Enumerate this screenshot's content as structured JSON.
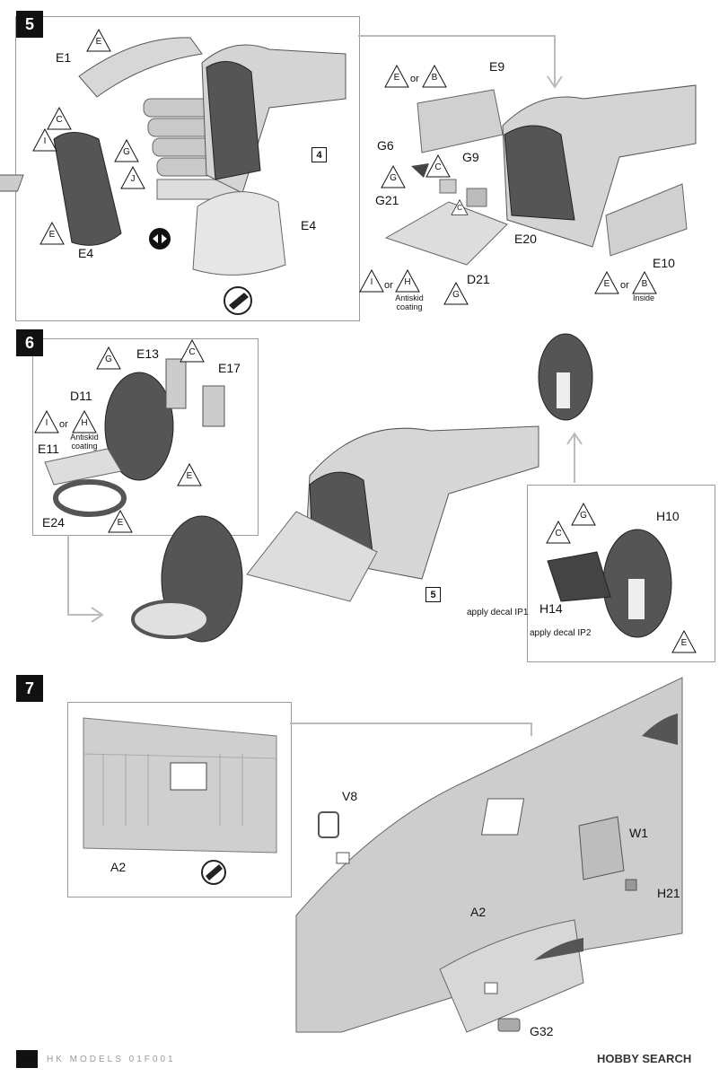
{
  "steps": {
    "s5": "5",
    "s6": "6",
    "s7": "7"
  },
  "step5": {
    "parts": {
      "e1": "E1",
      "e4_left": "E4",
      "e4_right": "E4",
      "e9": "E9",
      "g6": "G6",
      "g9": "G9",
      "g21": "G21",
      "e20": "E20",
      "d21": "D21",
      "e10": "E10"
    },
    "ref_box": "4",
    "tris": {
      "t_e_top": "E",
      "t_c": "C",
      "t_i": "I",
      "t_g": "G",
      "t_j": "J",
      "t_e_bottom": "E",
      "t_e_or": "E",
      "t_b_or": "B",
      "t_g_mid": "G",
      "t_c_mid": "C",
      "t_c_small": "C",
      "t_i_or": "I",
      "t_h_or": "H",
      "t_g_bot": "G",
      "t_e_or2": "E",
      "t_b_or2": "B"
    },
    "or_word": "or",
    "antiskid": "Antiskid",
    "coating": "coating",
    "inside": "Inside"
  },
  "step6": {
    "parts": {
      "e13": "E13",
      "e17": "E17",
      "d11": "D11",
      "e11": "E11",
      "e24": "E24",
      "h10": "H10",
      "h14": "H14"
    },
    "ref_box": "5",
    "tris": {
      "t_g": "G",
      "t_c": "C",
      "t_i": "I",
      "t_h": "H",
      "t_e1": "E",
      "t_e2": "E",
      "t_c_r": "C",
      "t_g_r": "G",
      "t_e_r": "E"
    },
    "or_word": "or",
    "antiskid": "Antiskid",
    "coating": "coating",
    "decal_ip1": "apply decal IP1",
    "decal_ip2": "apply decal IP2"
  },
  "step7": {
    "parts": {
      "a2_left": "A2",
      "v8": "V8",
      "a2_right": "A2",
      "w1": "W1",
      "h21": "H21",
      "g32": "G32"
    }
  },
  "footer": {
    "brand": "HK MODELS  01F001",
    "site": "HOBBY SEARCH"
  }
}
